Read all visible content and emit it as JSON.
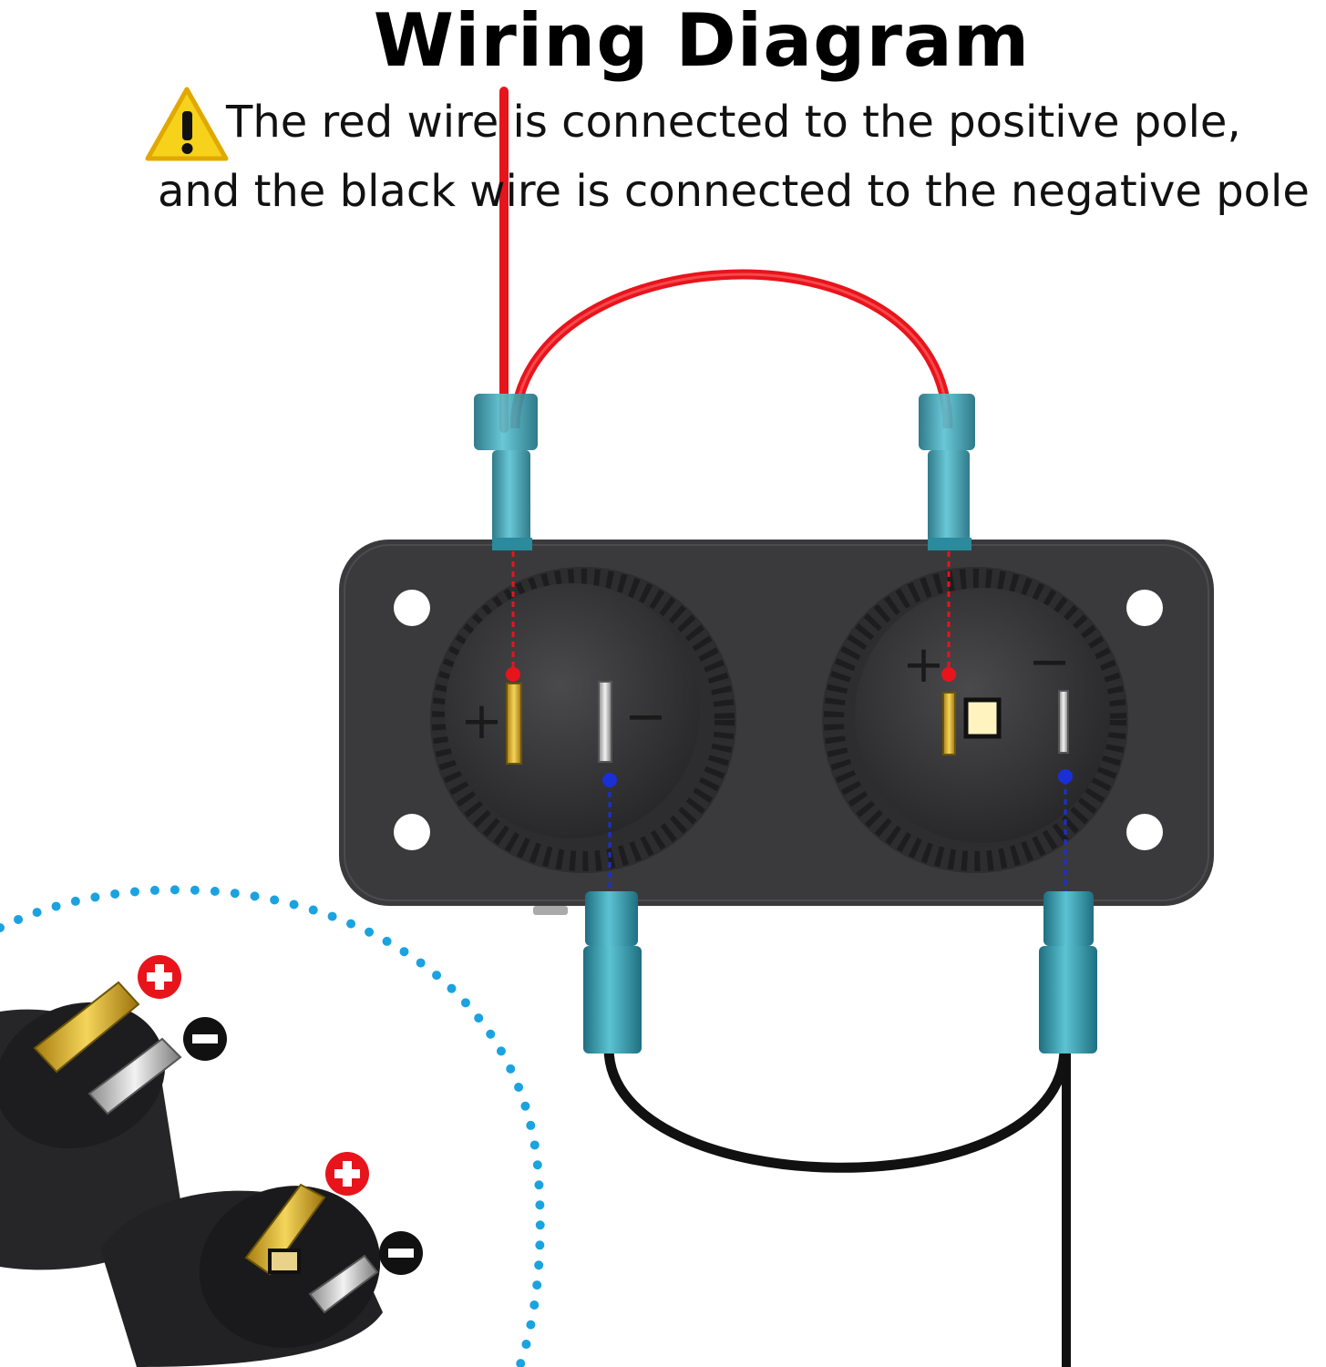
{
  "title": "Wiring Diagram",
  "warning": {
    "line1": "The red wire is connected to the positive pole,",
    "line2": "and the black wire is connected to the negative pole"
  },
  "colors": {
    "positive_wire": "#e8141c",
    "negative_wire": "#111111",
    "panel": "#3a3a3c",
    "connector": "#3fa3b5",
    "positive_marker": "#e8141c",
    "negative_marker": "#1a2fd6",
    "dotted_arc": "#1aa3e0",
    "warning_fill": "#f6d21a"
  },
  "icons": {
    "warning": "warning-triangle-icon",
    "positive": "plus-circle-icon",
    "negative": "minus-circle-icon"
  }
}
